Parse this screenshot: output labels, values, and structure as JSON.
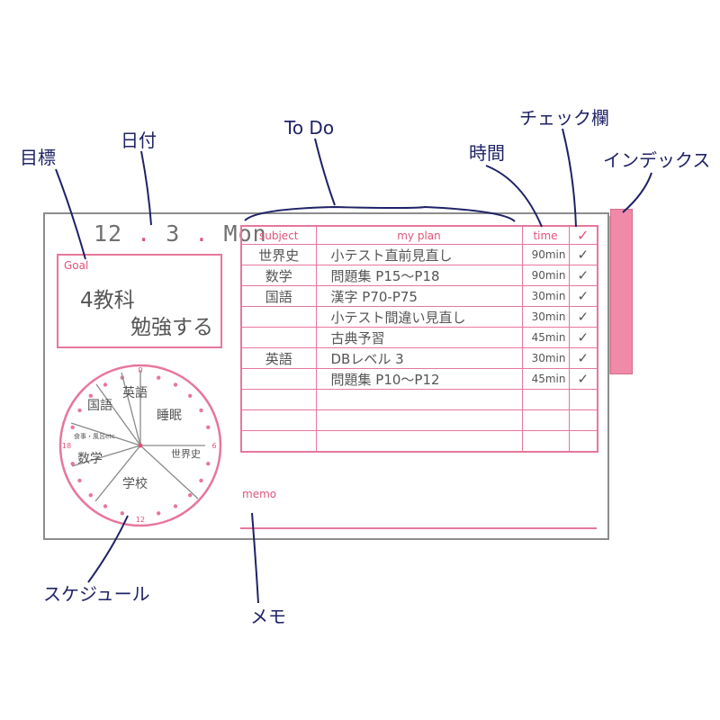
{
  "callouts": {
    "goal": "目標",
    "date": "日付",
    "todo": "To Do",
    "time": "時間",
    "check": "チェック欄",
    "index": "インデックス",
    "schedule": "スケジュール",
    "memo": "メモ"
  },
  "date": {
    "day": "12",
    "month": "3",
    "weekday": "Mon"
  },
  "goal": {
    "label": "Goal",
    "line1": "4教科",
    "line2": "勉強する"
  },
  "table": {
    "headers": {
      "subject": "subject",
      "plan": "my plan",
      "time": "time",
      "check": "✓"
    },
    "rows": [
      {
        "subject": "世界史",
        "plan": "小テスト直前見直し",
        "time": "90min",
        "check": "✓"
      },
      {
        "subject": "数学",
        "plan": "問題集 P15〜P18",
        "time": "90min",
        "check": "✓"
      },
      {
        "subject": "国語",
        "plan": "漢字 P70-P75",
        "time": "30min",
        "check": "✓"
      },
      {
        "subject": "",
        "plan": "小テスト間違い見直し",
        "time": "30min",
        "check": "✓"
      },
      {
        "subject": "",
        "plan": "古典予習",
        "time": "45min",
        "check": "✓"
      },
      {
        "subject": "英語",
        "plan": "DBレベル 3",
        "time": "30min",
        "check": "✓"
      },
      {
        "subject": "",
        "plan": "問題集 P10〜P12",
        "time": "45min",
        "check": "✓"
      },
      {
        "subject": "",
        "plan": "",
        "time": "",
        "check": ""
      },
      {
        "subject": "",
        "plan": "",
        "time": "",
        "check": ""
      },
      {
        "subject": "",
        "plan": "",
        "time": "",
        "check": ""
      }
    ]
  },
  "memo": {
    "label": "memo"
  },
  "clock": {
    "numbers": [
      "0",
      "6",
      "12",
      "18"
    ],
    "activities": [
      "英語",
      "国語",
      "睡眠",
      "食事・風呂etc",
      "世界史",
      "数学",
      "学校"
    ]
  },
  "colors": {
    "accent": "#e7779a",
    "label_pink": "#e0547a",
    "callout": "#1f2266",
    "tab": "#f08aa8",
    "border": "#8c8c8c"
  }
}
